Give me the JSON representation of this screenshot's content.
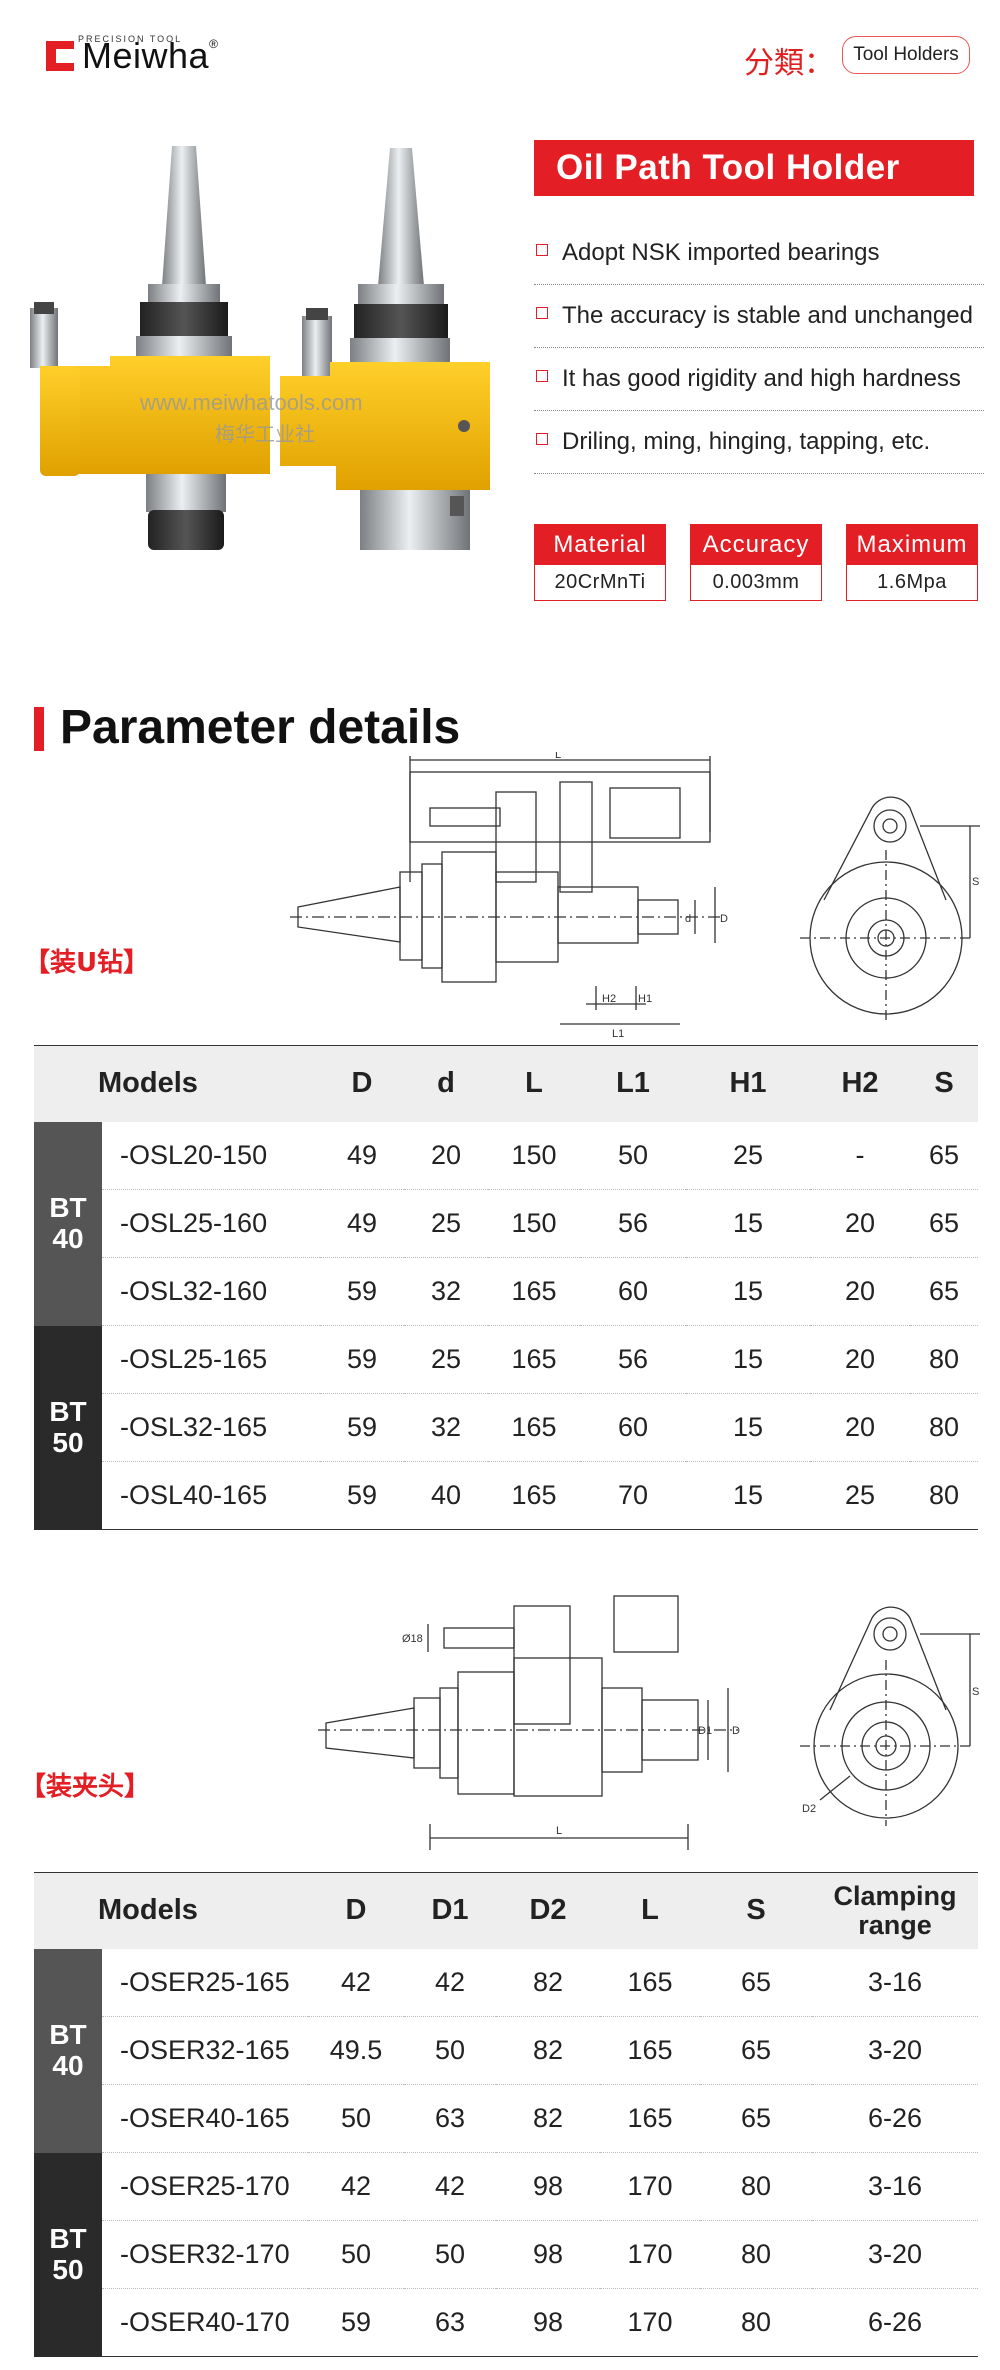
{
  "brand": {
    "name": "Meiwha",
    "sub": "PRECISION TOOL",
    "reg": "®"
  },
  "category": {
    "label": "分類：",
    "value": "Tool Holders"
  },
  "watermark": {
    "url": "www.meiwhatools.com",
    "cn": "梅华工业社"
  },
  "product": {
    "title": "Oil Path Tool Holder",
    "features": [
      "Adopt NSK imported bearings",
      "The accuracy is stable and unchanged",
      "It has good rigidity and high hardness",
      "Driling, ming, hinging, tapping, etc."
    ],
    "specs": [
      {
        "label": "Material",
        "value": "20CrMnTi"
      },
      {
        "label": "Accuracy",
        "value": "0.003mm"
      },
      {
        "label": "Maximum",
        "value": "1.6Mpa"
      }
    ]
  },
  "section": {
    "title": "Parameter details"
  },
  "drawing1": {
    "label": "【装U钻】",
    "dims": {
      "L": "L",
      "L1": "L1",
      "H1": "H1",
      "H2": "H2",
      "S": "S",
      "D": "D",
      "d": "d"
    }
  },
  "drawing2": {
    "label": "【装夹头】",
    "dims": {
      "L": "L",
      "S": "S",
      "D": "D",
      "D1": "D1",
      "D2": "D2",
      "d18": "Ø18"
    }
  },
  "table1": {
    "headers": [
      "Models",
      "D",
      "d",
      "L",
      "L1",
      "H1",
      "H2",
      "S"
    ],
    "groups": [
      {
        "name": [
          "BT",
          "40"
        ],
        "rows": [
          [
            "-OSL20-150",
            "49",
            "20",
            "150",
            "50",
            "25",
            "-",
            "65"
          ],
          [
            "-OSL25-160",
            "49",
            "25",
            "150",
            "56",
            "15",
            "20",
            "65"
          ],
          [
            "-OSL32-160",
            "59",
            "32",
            "165",
            "60",
            "15",
            "20",
            "65"
          ]
        ]
      },
      {
        "name": [
          "BT",
          "50"
        ],
        "rows": [
          [
            "-OSL25-165",
            "59",
            "25",
            "165",
            "56",
            "15",
            "20",
            "80"
          ],
          [
            "-OSL32-165",
            "59",
            "32",
            "165",
            "60",
            "15",
            "20",
            "80"
          ],
          [
            "-OSL40-165",
            "59",
            "40",
            "165",
            "70",
            "15",
            "25",
            "80"
          ]
        ]
      }
    ]
  },
  "table2": {
    "headers": [
      "Models",
      "D",
      "D1",
      "D2",
      "L",
      "S",
      "Clamping range"
    ],
    "headers_split": [
      "Clamping",
      "range"
    ],
    "groups": [
      {
        "name": [
          "BT",
          "40"
        ],
        "rows": [
          [
            "-OSER25-165",
            "42",
            "42",
            "82",
            "165",
            "65",
            "3-16"
          ],
          [
            "-OSER32-165",
            "49.5",
            "50",
            "82",
            "165",
            "65",
            "3-20"
          ],
          [
            "-OSER40-165",
            "50",
            "63",
            "82",
            "165",
            "65",
            "6-26"
          ]
        ]
      },
      {
        "name": [
          "BT",
          "50"
        ],
        "rows": [
          [
            "-OSER25-170",
            "42",
            "42",
            "98",
            "170",
            "80",
            "3-16"
          ],
          [
            "-OSER32-170",
            "50",
            "50",
            "98",
            "170",
            "80",
            "3-20"
          ],
          [
            "-OSER40-170",
            "59",
            "63",
            "98",
            "170",
            "80",
            "6-26"
          ]
        ]
      }
    ]
  },
  "colors": {
    "accent": "#e31e24",
    "holder_yellow": "#f2b705",
    "steel": "#b9bcbf",
    "bt40": "#555555",
    "bt50": "#2a2a2a"
  }
}
